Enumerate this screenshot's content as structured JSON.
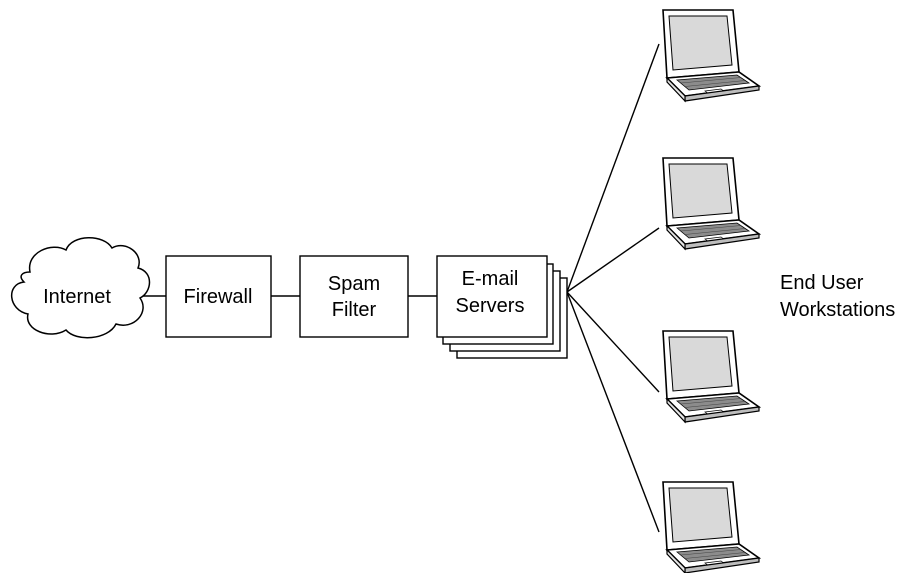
{
  "nodes": {
    "internet": "Internet",
    "firewall": "Firewall",
    "spam_filter": [
      "Spam",
      "Filter"
    ],
    "email_servers": [
      "E-mail",
      "Servers"
    ],
    "workstations_label": [
      "End User",
      "Workstations"
    ]
  },
  "icons": {
    "cloud": "cloud-icon",
    "laptop": "laptop-icon"
  },
  "colors": {
    "line": "#000000",
    "background": "#ffffff"
  }
}
